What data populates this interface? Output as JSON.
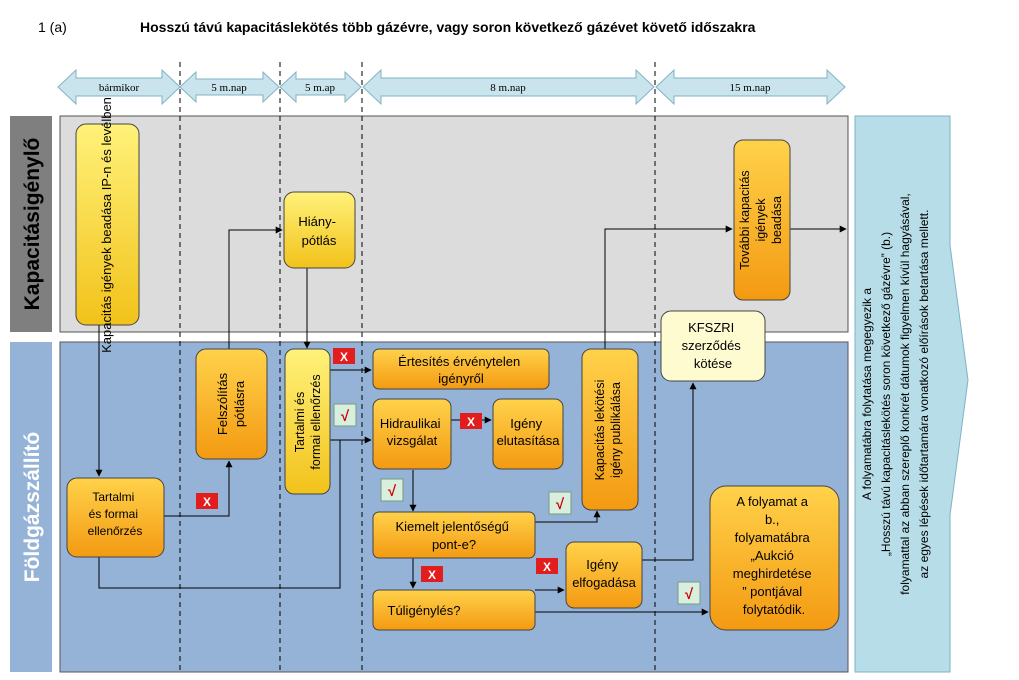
{
  "header": {
    "number": "1 (a)",
    "title": "Hosszú távú kapacitáslekötés több gázévre, vagy soron következő gázévet követő  időszakra"
  },
  "timeline": [
    {
      "label": "bármikor"
    },
    {
      "label": "5 m.nap"
    },
    {
      "label": "5 m.ap"
    },
    {
      "label": "8 m.nap"
    },
    {
      "label": "15 m.nap"
    }
  ],
  "lanes": {
    "top": "Kapacitásigénylő",
    "bottom": "Földgázszállító"
  },
  "boxes": {
    "submit": "Kapacitás igények beadása IP-n és levélben",
    "check1": [
      "Tartalmi",
      "és formai",
      "ellenőrzés"
    ],
    "notice": [
      "Felszólítás",
      "pótlásra"
    ],
    "fill": [
      "Hiány-",
      "pótlás"
    ],
    "check2": [
      "Tartalmi és",
      "formai ellenőrzés"
    ],
    "invalid": [
      "Értesítés érvénytelen",
      "igényről"
    ],
    "hydraulic": [
      "Hidraulikai",
      "vizsgálat"
    ],
    "reject": [
      "Igény",
      "elutasítása"
    ],
    "key": [
      "Kiemelt jelentőségű",
      "pont-e?"
    ],
    "over": "Túligénylés?",
    "accept": [
      "Igény",
      "elfogadása"
    ],
    "publish": [
      "Kapacitás lekötési",
      "igény publikálása"
    ],
    "further": [
      "További kapacitás",
      "igények",
      "beadása"
    ],
    "contract": [
      "KFSZRI",
      "szerződés",
      "kötése"
    ],
    "continue": [
      "A folyamat a",
      "b.,",
      "folyamatábra",
      "„Aukció",
      "meghirdetése",
      "” pontjával",
      "folytatódik."
    ]
  },
  "sidebar": {
    "lines": [
      "A folyamatábra folytatása megegyezik a",
      "„Hosszú távú kapacitáslekötés soron következő gázévre” (b.)",
      "folyamattal az abban szereplő konkrét dátumok figyelmen kívül hagyásával,",
      "az egyes lépések időtartamára vonatkozó előírások betartása mellett."
    ]
  },
  "marks": {
    "x": "X",
    "check": "√"
  },
  "colors": {
    "arrow_fill": "#c9e4ec",
    "arrow_stroke": "#7fb3c4",
    "top_lane": "#dcdcdc",
    "bottom_lane": "#95b3d7",
    "lane_label_top": "#7f7f7f",
    "lane_label_bottom": "#95b3d7",
    "box_orange": "#f7a81b",
    "box_yellow": "#f8e04a",
    "box_pale": "#fffbd0",
    "x_red": "#e11d1d",
    "check_bg": "#d7efdc",
    "check_red": "#cc0000",
    "sidebar": "#b7dde8"
  }
}
